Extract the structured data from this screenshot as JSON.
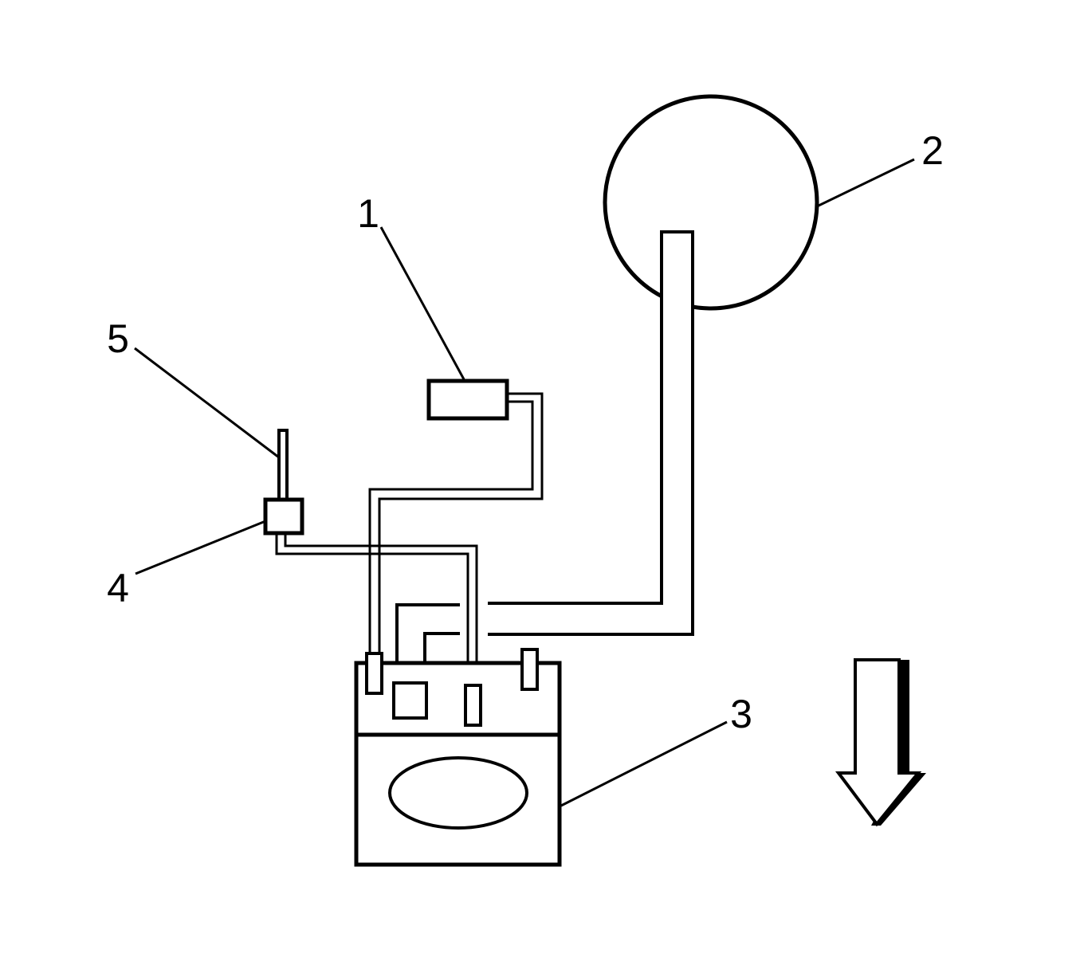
{
  "callouts": [
    {
      "id": "1",
      "label": "1"
    },
    {
      "id": "2",
      "label": "2"
    },
    {
      "id": "3",
      "label": "3"
    },
    {
      "id": "4",
      "label": "4"
    },
    {
      "id": "5",
      "label": "5"
    }
  ],
  "colors": {
    "ink": "#000000",
    "background": "#ffffff"
  },
  "icons": {
    "direction_arrow": "arrow-down-icon"
  }
}
